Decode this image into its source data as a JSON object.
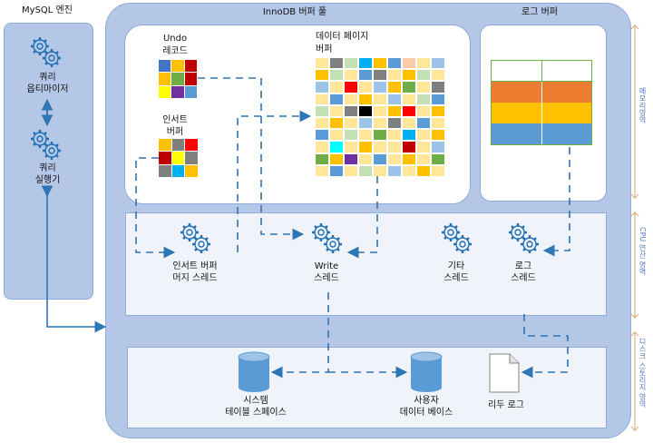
{
  "engine": {
    "title": "MySQL 엔진",
    "optimizer": [
      "쿼리",
      "옵티마이저"
    ],
    "executor": [
      "쿼리",
      "실행기"
    ]
  },
  "innodb": {
    "title": "InnoDB 버퍼 풀",
    "undo": [
      "Undo",
      "레코드"
    ],
    "insert_buffer": [
      "인서트",
      "버퍼"
    ],
    "data_page": [
      "데이터 페이지",
      "버퍼"
    ],
    "log_buffer": "로그 버퍼"
  },
  "threads": {
    "merge": [
      "인서트 버퍼",
      "머지 스레드"
    ],
    "write": [
      "Write",
      "스레드"
    ],
    "other": [
      "기타",
      "스레드"
    ],
    "log": [
      "로그",
      "스레드"
    ]
  },
  "storage": {
    "system": [
      "시스템",
      "테이블 스페이스"
    ],
    "user": [
      "사용자",
      "데이터 베이스"
    ],
    "redo": "리두 로그"
  },
  "side_labels": {
    "memory": "메모리영역",
    "cpu": "CPU 연산 영역",
    "disk": "디스크 스토리지 영역"
  },
  "colors": {
    "frame": "#b4c7e7",
    "frame_border": "#8faadc",
    "panel": "#f0f4fa",
    "arrow": "#2e75b6",
    "gear": "#1f6fb2",
    "log_orange": "#ed7d31",
    "log_yellow": "#ffc000",
    "log_blue": "#5b9bd5"
  },
  "undo_cells": [
    "#4472c4",
    "#ffc000",
    "#c00000",
    "#ffc000",
    "#70ad47",
    "#c00000",
    "#ffff00",
    "#7030a0",
    "#5b9bd5"
  ],
  "insert_cells": [
    "#ffc000",
    "#7f7f7f",
    "#ff0000",
    "#c00000",
    "#ffff00",
    "#7f7f7f",
    "#7f7f7f",
    "#00b0f0",
    "#ffc000"
  ],
  "data_cells": [
    "#ffe699",
    "#7f7f7f",
    "#c5e0b4",
    "#00b0f0",
    "#ffc000",
    "#5b9bd5",
    "#f8cbad",
    "#ffe699",
    "#9dc3e6",
    "#ffc000",
    "#c5e0b4",
    "#ffe699",
    "#5b9bd5",
    "#7f7f7f",
    "#ffe699",
    "#ffc000",
    "#c5e0b4",
    "#ffe699",
    "#9dc3e6",
    "#ffe699",
    "#ff0000",
    "#ffe699",
    "#9dc3e6",
    "#ffc000",
    "#70ad47",
    "#ffe699",
    "#7f7f7f",
    "#ffe699",
    "#5b9bd5",
    "#ffe699",
    "#ffc000",
    "#ffe699",
    "#9dc3e6",
    "#ffe699",
    "#c5e0b4",
    "#5b9bd5",
    "#c5e0b4",
    "#ffe699",
    "#7f7f7f",
    "#000000",
    "#ffe699",
    "#ffc000",
    "#ff0000",
    "#ffe699",
    "#ffc000",
    "#ffe699",
    "#ffc000",
    "#ffe699",
    "#9dc3e6",
    "#ffe699",
    "#7f7f7f",
    "#ffe699",
    "#5b9bd5",
    "#ffe699",
    "#5b9bd5",
    "#ffe699",
    "#c5e0b4",
    "#ffe699",
    "#70ad47",
    "#ffe699",
    "#00b0f0",
    "#ffe699",
    "#ffc000",
    "#ffe699",
    "#00ffff",
    "#ffe699",
    "#ffc000",
    "#ffe699",
    "#ffe699",
    "#c00000",
    "#ffe699",
    "#9dc3e6",
    "#70ad47",
    "#ffc000",
    "#7030a0",
    "#ffe699",
    "#5b9bd5",
    "#ffe699",
    "#ffc000",
    "#ffe699",
    "#70ad47",
    "#ffe699",
    "#5b9bd5",
    "#ffe699",
    "#c5e0b4",
    "#ffe699",
    "#9dc3e6",
    "#ffe699",
    "#ffc000",
    "#ffe699"
  ]
}
